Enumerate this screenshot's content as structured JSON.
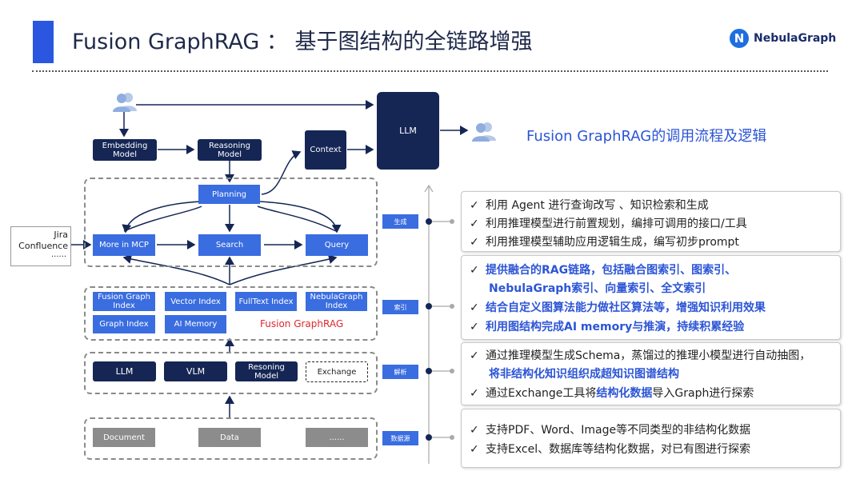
{
  "header": {
    "title": "Fusion GraphRAG ： 基于图结构的全链路增强",
    "logo_text": "NebulaGraph",
    "logo_mark": "N"
  },
  "diagram": {
    "subtitle": "Fusion GraphRAG的调用流程及逻辑",
    "nodes": {
      "embedding": "Embedding Model",
      "reasoning": "Reasoning Model",
      "context": "Context",
      "llm_top": "LLM",
      "planning": "Planning",
      "mcp": "More in MCP",
      "search": "Search",
      "query": "Query",
      "fusion_graph_index": "Fusion Graph Index",
      "vector_index": "Vector Index",
      "fulltext_index": "FullText Index",
      "nebula_index": "NebulaGraph Index",
      "graph_index": "Graph Index",
      "ai_memory": "AI Memory",
      "fusion_label": "Fusion GraphRAG",
      "llm": "LLM",
      "vlm": "VLM",
      "resoning_model": "Resoning Model",
      "exchange": "Exchange",
      "document": "Document",
      "data": "Data",
      "more": "......"
    },
    "external": {
      "line1": "Jira",
      "line2": "Confluence",
      "line3": "......"
    },
    "tags": [
      "生成",
      "索引",
      "解析",
      "数据源"
    ],
    "colors": {
      "navy": "#152655",
      "blue": "#3a6de0",
      "grey": "#8c8c8c",
      "red": "#e0282e",
      "accent": "#2c55d6"
    }
  },
  "panels": {
    "gen": [
      "利用 Agent 进行查询改写 、知识检索和生成",
      "利用推理模型进行前置规划，编排可调用的接口/工具",
      "利用推理模型辅助应用逻辑生成，编写初步prompt"
    ],
    "index": {
      "b1": "提供融合的RAG链路，包括融合图索引、图索引、",
      "b1_cont": "NebulaGraph索引、向量索引、全文索引",
      "b2": "结合自定义图算法能力做社区算法等，增强知识利用效果",
      "b3": "利用图结构完成AI memory与推演，持续积累经验"
    },
    "parse": {
      "b1": "通过推理模型生成Schema，蒸馏过的推理小模型进行自动抽图，",
      "b1_cont": "将非结构化知识组织成超知识图谱结构",
      "b2_pre": "通过Exchange工具将",
      "b2_hl": "结构化数据",
      "b2_post": "导入Graph进行探索"
    },
    "source": [
      "支持PDF、Word、Image等不同类型的非结构化数据",
      "支持Excel、数据库等结构化数据，对已有图进行探索"
    ],
    "check": "✓"
  }
}
